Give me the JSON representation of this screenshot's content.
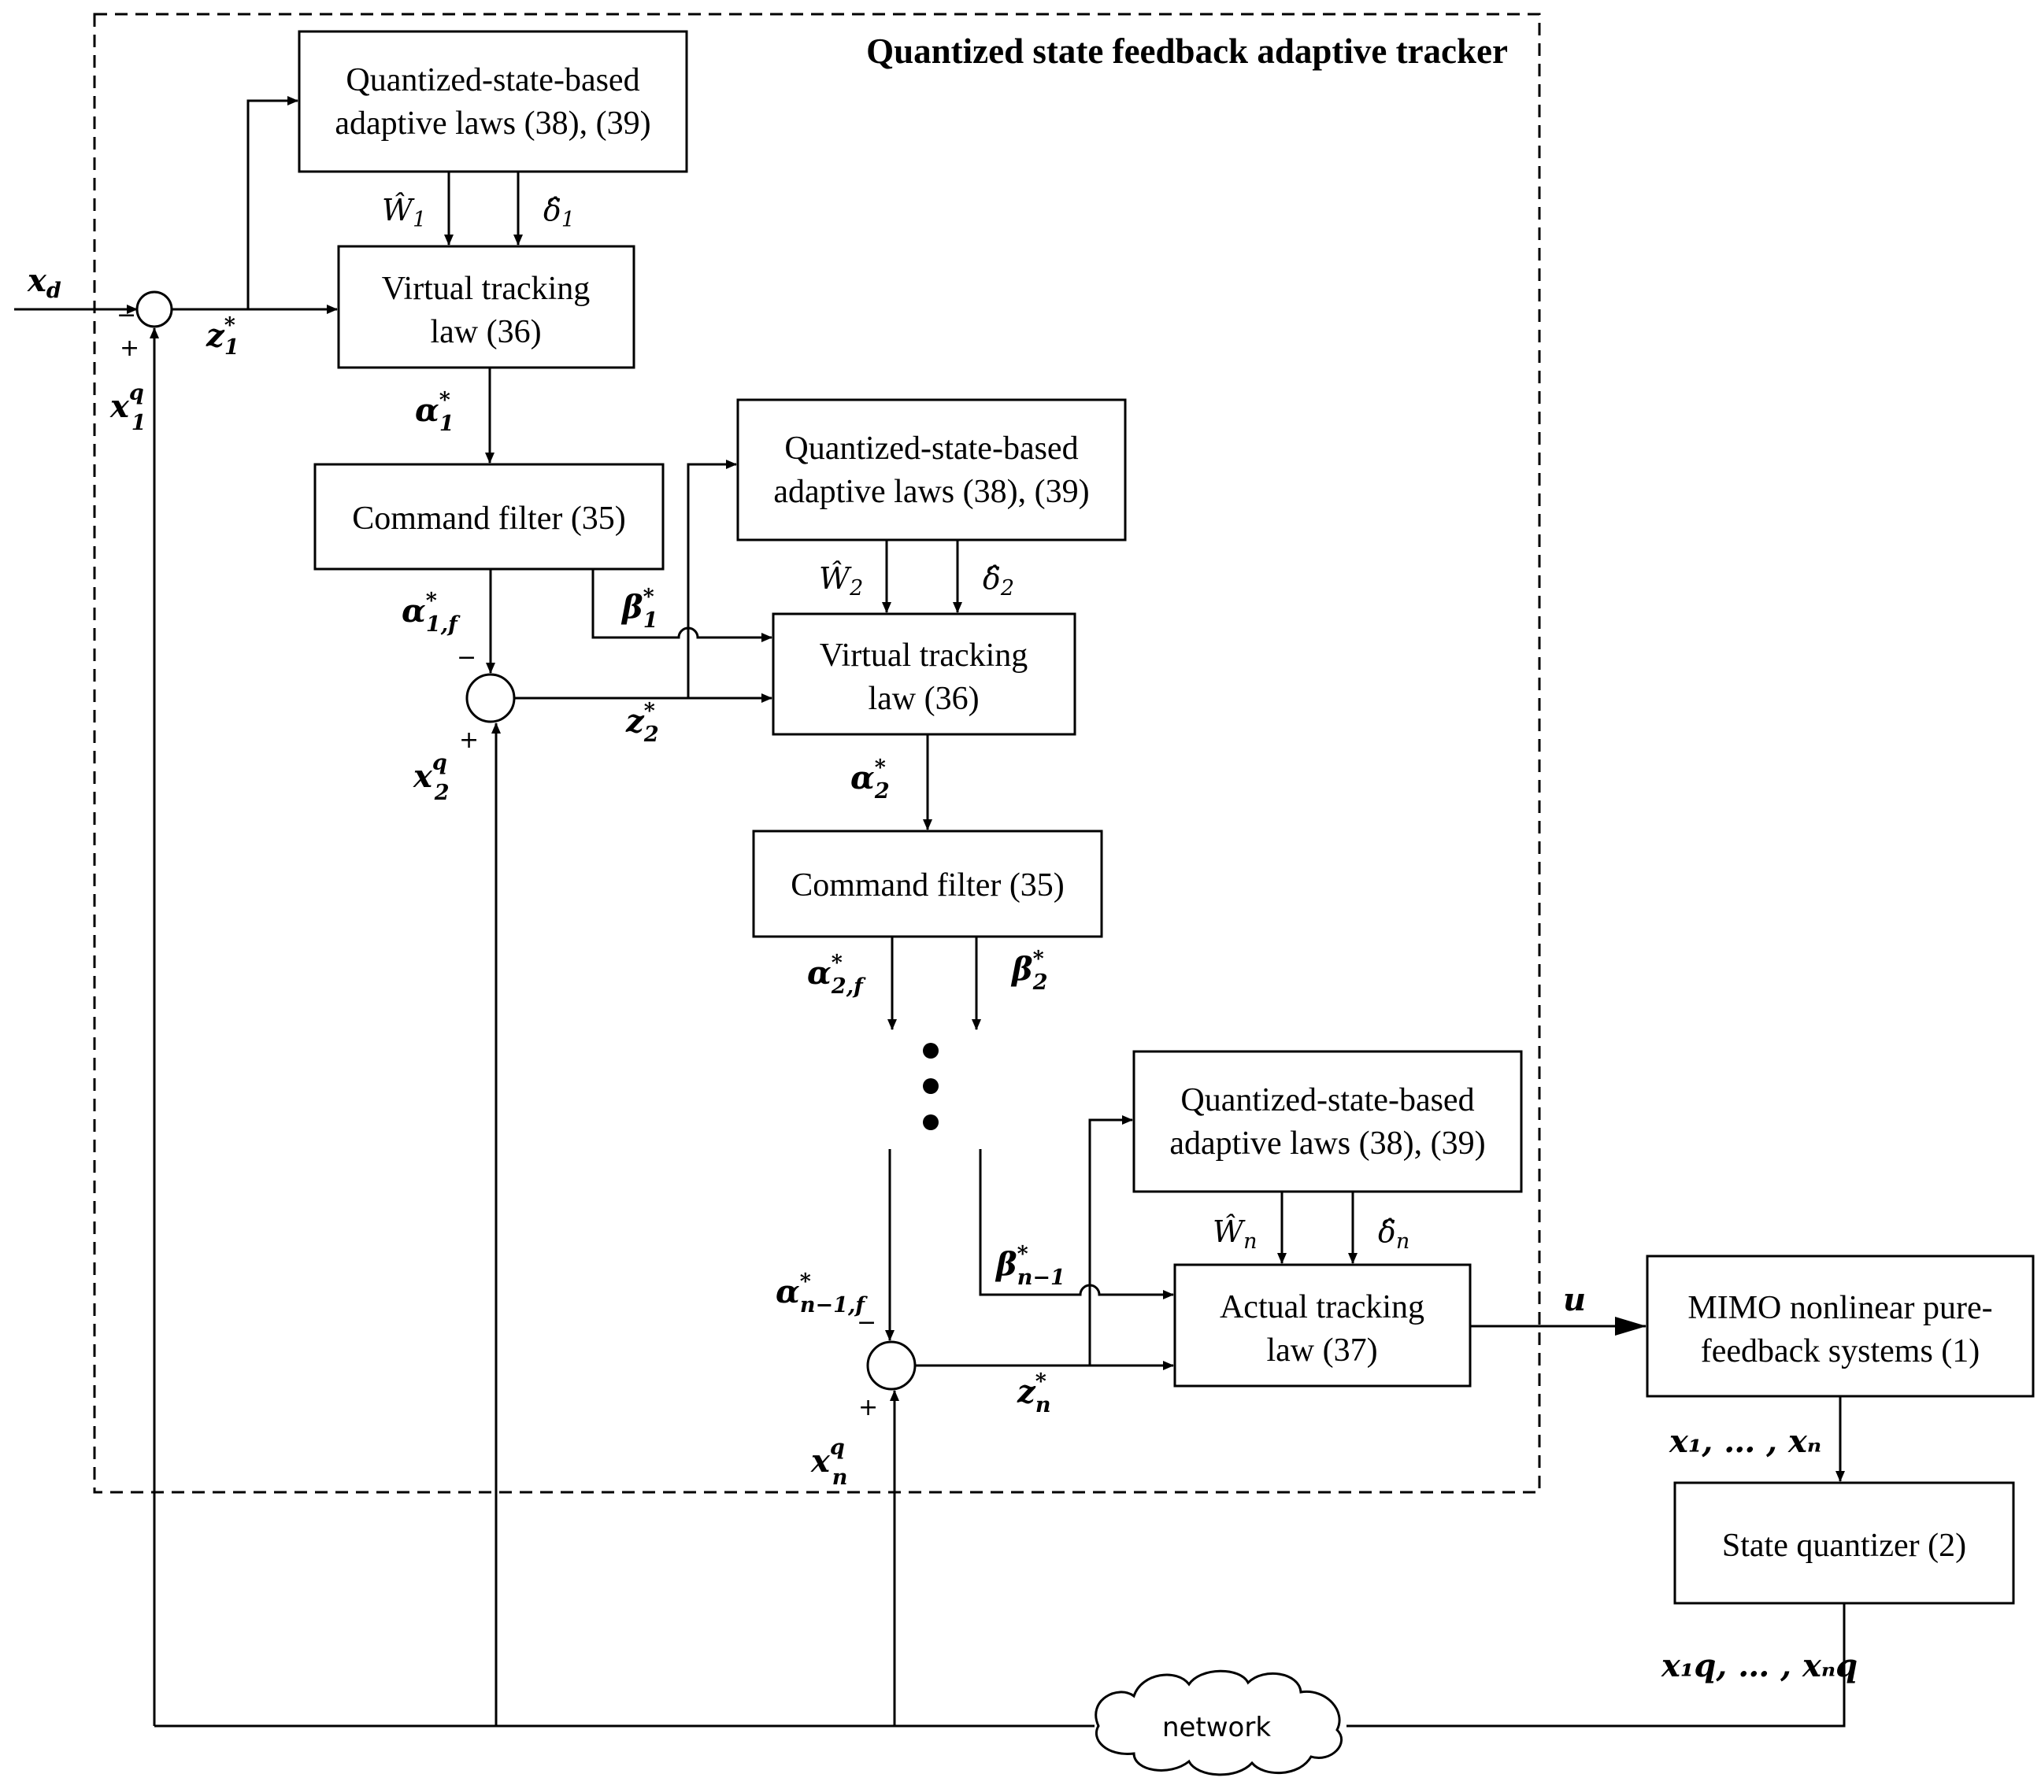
{
  "title": "Quantized state feedback adaptive tracker",
  "boxes": {
    "adaptive_laws_1": [
      "Quantized-state-based",
      "adaptive laws (38), (39)"
    ],
    "virtual_law_1": [
      "Virtual tracking",
      "law (36)"
    ],
    "command_filter_1": "Command filter (35)",
    "adaptive_laws_2": [
      "Quantized-state-based",
      "adaptive laws (38), (39)"
    ],
    "virtual_law_2": [
      "Virtual tracking",
      "law (36)"
    ],
    "command_filter_2": "Command filter (35)",
    "adaptive_laws_n": [
      "Quantized-state-based",
      "adaptive laws (38), (39)"
    ],
    "actual_law": [
      "Actual tracking",
      "law (37)"
    ],
    "plant": [
      "MIMO nonlinear pure-",
      "feedback systems (1)"
    ],
    "quantizer": "State quantizer (2)"
  },
  "network_label": "network",
  "signals": {
    "xd": {
      "base": "x",
      "sub": "d"
    },
    "x1q": {
      "base": "x",
      "sup": "q",
      "sub": "1"
    },
    "x2q": {
      "base": "x",
      "sup": "q",
      "sub": "2"
    },
    "xnq": {
      "base": "x",
      "sup": "q",
      "sub": "n"
    },
    "z1": {
      "base": "z",
      "sup": "*",
      "sub": "1"
    },
    "z2": {
      "base": "z",
      "sup": "*",
      "sub": "2"
    },
    "zn": {
      "base": "z",
      "sup": "*",
      "sub": "n"
    },
    "alpha1": {
      "base": "α",
      "sup": "*",
      "sub": "1"
    },
    "alpha2": {
      "base": "α",
      "sup": "*",
      "sub": "2"
    },
    "alpha1f": {
      "base": "α",
      "sup": "*",
      "sub": "1,f"
    },
    "alpha2f": {
      "base": "α",
      "sup": "*",
      "sub": "2,f"
    },
    "alphan1f": {
      "base": "α",
      "sup": "*",
      "sub": "n−1,f"
    },
    "beta1": {
      "base": "β",
      "sup": "*",
      "sub": "1"
    },
    "beta2": {
      "base": "β",
      "sup": "*",
      "sub": "2"
    },
    "betan1": {
      "base": "β",
      "sup": "*",
      "sub": "n−1"
    },
    "W1": {
      "base": "Ŵ",
      "sub": "1"
    },
    "W2": {
      "base": "Ŵ",
      "sub": "2"
    },
    "Wn": {
      "base": "Ŵ",
      "sub": "n"
    },
    "d1": {
      "base": "δ̂",
      "sub": "1"
    },
    "d2": {
      "base": "δ̂",
      "sub": "2"
    },
    "dn": {
      "base": "δ̂",
      "sub": "n"
    },
    "u": {
      "base": "u"
    },
    "states": {
      "text": "x₁, … , xₙ"
    },
    "qstates": {
      "text": "x₁q, … , xₙq"
    }
  },
  "signs": {
    "minus": "−",
    "plus": "+"
  }
}
